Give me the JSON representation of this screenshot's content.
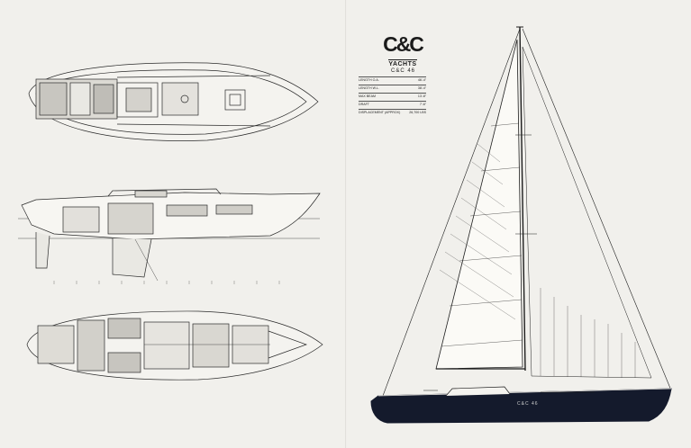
{
  "brand": {
    "logo_mark": "C&C",
    "logo_sub": "YACHTS"
  },
  "model_name": "C&C 46",
  "hull_name": "C&C 46",
  "specs": [
    {
      "label": "LENGTH O.A.",
      "value": "46'-4\""
    },
    {
      "label": "LENGTH W.L.",
      "value": "38'-4\""
    },
    {
      "label": "MAX BEAM",
      "value": "13'-8\""
    },
    {
      "label": "DRAFT",
      "value": "7'-6\""
    },
    {
      "label": "DISPLACEMENT (APPROX)",
      "value": "26,700 LBS"
    }
  ],
  "colors": {
    "paper": "#f1f0ec",
    "ink": "#1b1b1b",
    "hull": "#141a2c"
  }
}
